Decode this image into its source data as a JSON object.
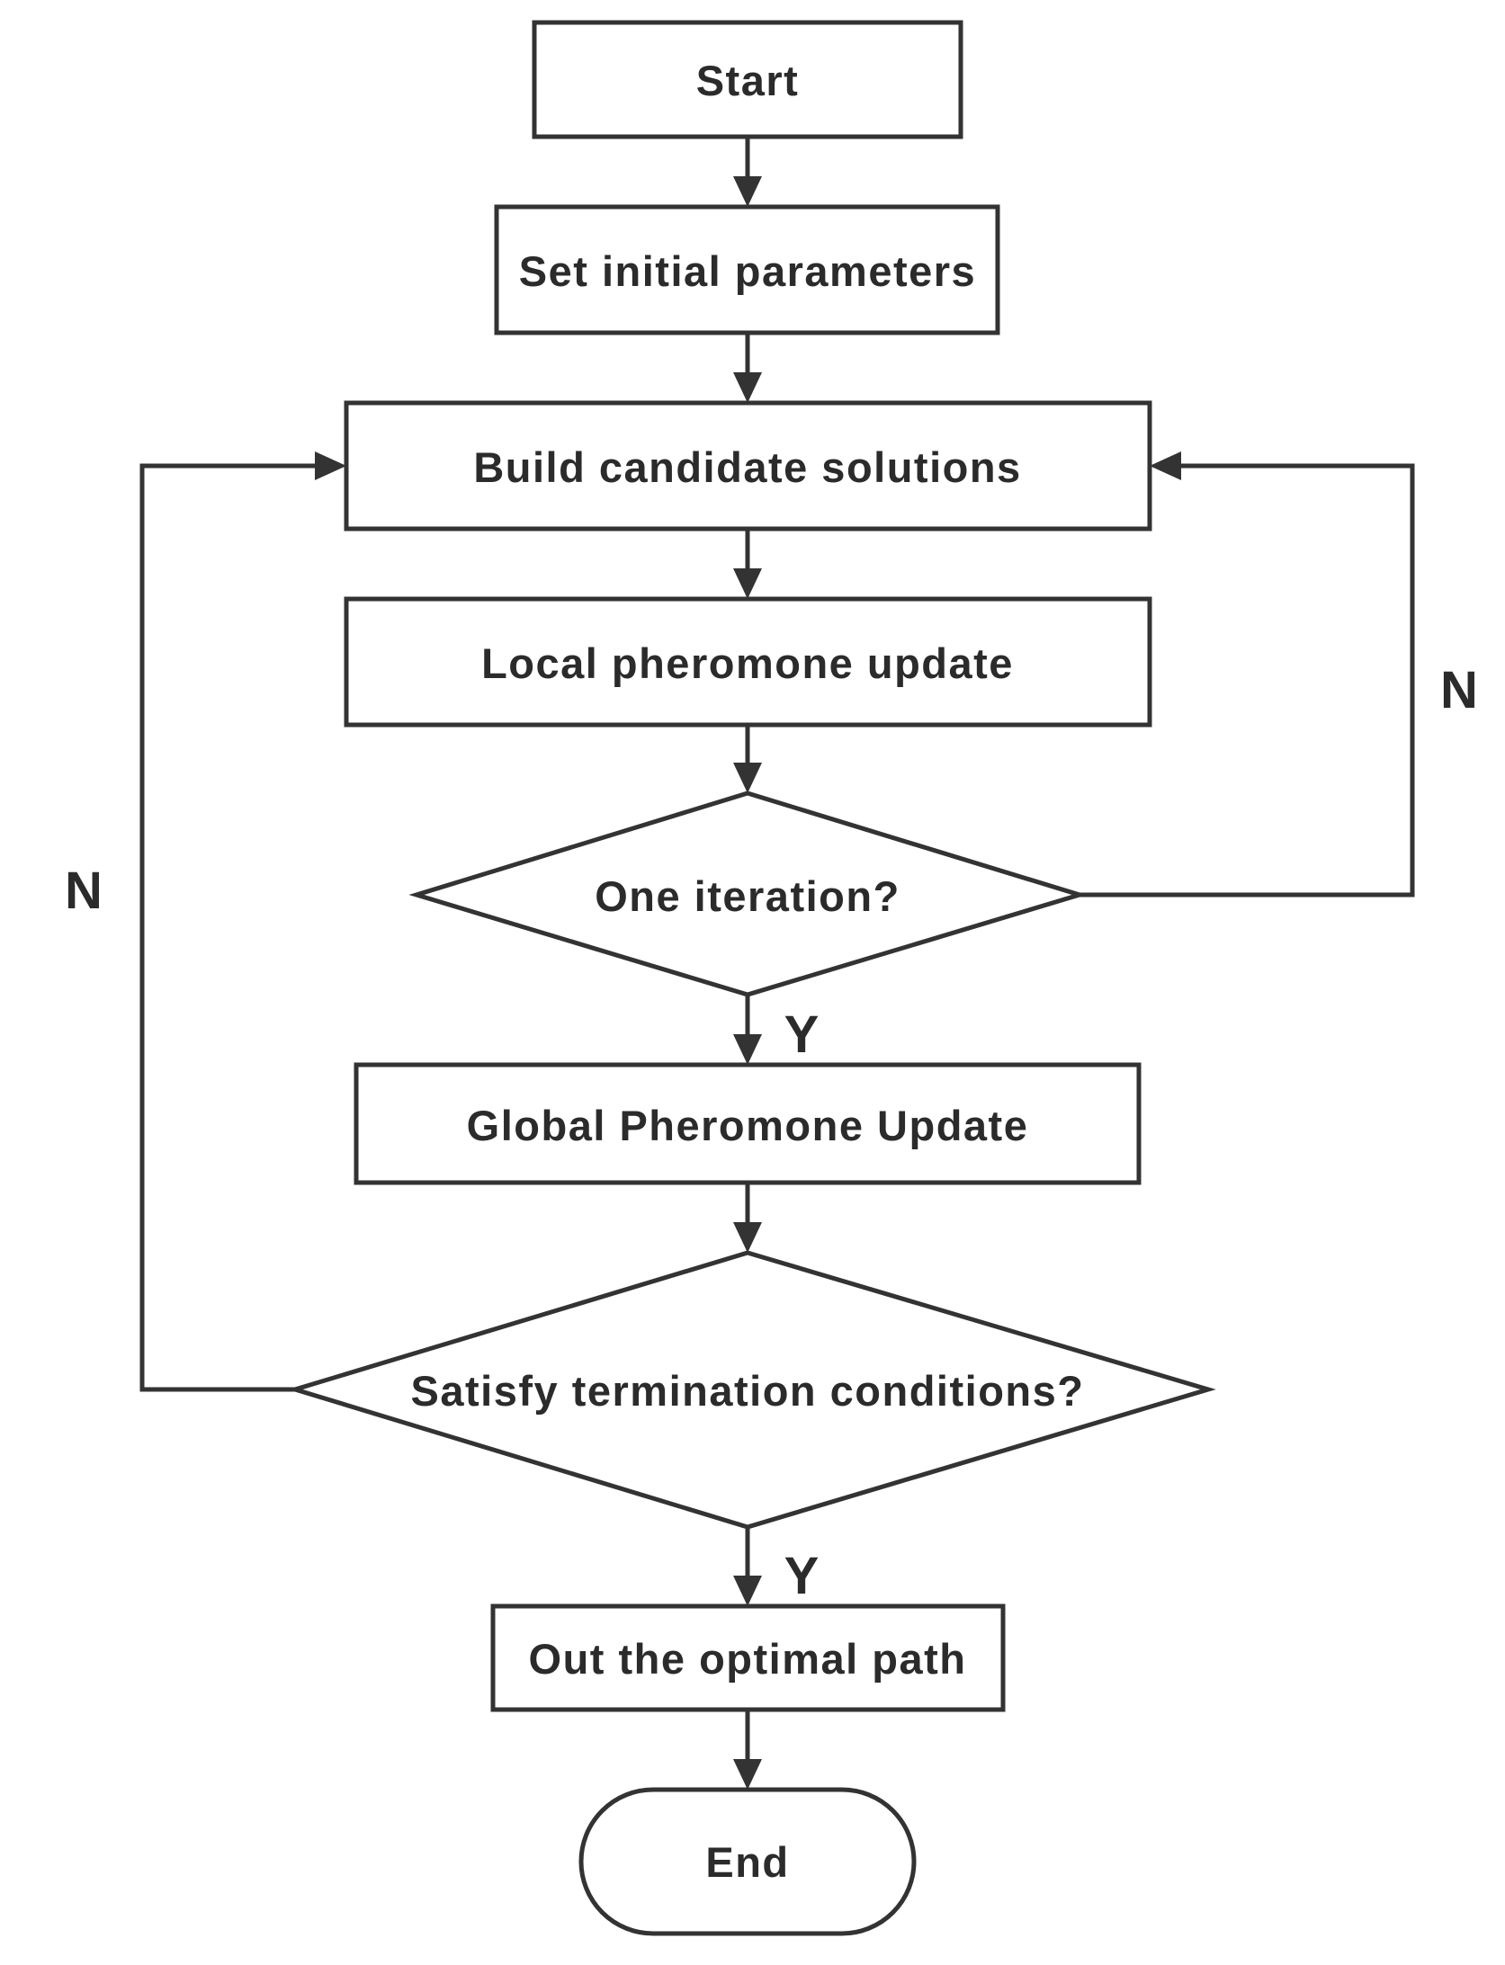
{
  "nodes": {
    "start": "Start",
    "set_params": "Set initial parameters",
    "build_solutions": "Build candidate solutions",
    "local_update": "Local pheromone update",
    "one_iteration": "One iteration?",
    "global_update": "Global Pheromone Update",
    "termination": "Satisfy termination conditions?",
    "output_path": "Out the optimal path",
    "end": "End"
  },
  "branch_labels": {
    "iteration_no": "N",
    "iteration_yes": "Y",
    "termination_no": "N",
    "termination_yes": "Y"
  },
  "colors": {
    "stroke": "#333333",
    "text": "#2b2b2b",
    "background": "#ffffff"
  }
}
